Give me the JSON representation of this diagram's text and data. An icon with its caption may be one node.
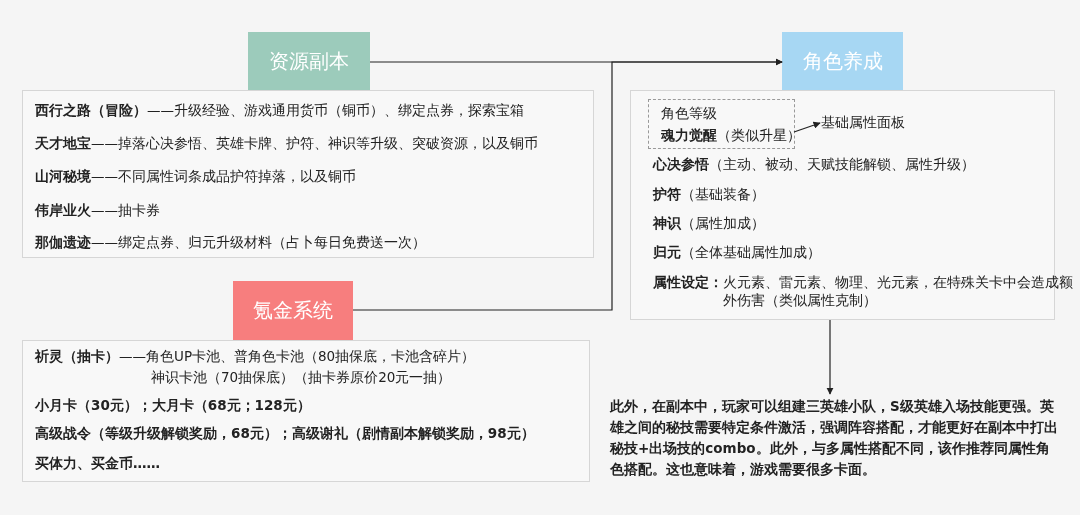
{
  "diagram": {
    "nodes": [
      {
        "text": [
          "资源副本"
        ]
      },
      {
        "text": [
          "**西行之路（冒险）**——升级经验、游戏通用货币（铜币）、绑定点券，探索宝箱",
          "**天才地宝**——掉落心决参悟、英雄卡牌、护符、神识等升级、突破资源，以及铜币",
          "**山河秘境**——不同属性词条成品护符掉落，以及铜币",
          "**伟岸业火**——抽卡券",
          "**那伽遗迹**——绑定点券、归元升级材料（占卜每日免费送一次）"
        ]
      },
      {
        "text": [
          "氪金系统"
        ]
      },
      {
        "text": [
          "**祈灵（抽卡）**——角色UP卡池、普角色卡池（80抽保底，卡池含碎片）",
          "神识卡池（70抽保底）（抽卡券原价20元一抽）",
          "小月卡（30元）；大月卡（68元；128元）",
          "高级战令（等级升级解锁奖励，68元）；高级谢礼（剧情副本解锁奖励，98元）",
          "买体力、买金币……"
        ]
      },
      {
        "text": [
          "角色养成"
        ]
      },
      {
        "text": [
          "**心决参悟**（主动、被动、天赋技能解锁、属性升级）",
          "**护符**（基础装备）",
          "**神识**（属性加成）",
          "**归元**（全体基础属性加成）",
          "**属性设定：**火元素、雷元素、物理、光元素，在特殊关卡中会造成额外伤害（类似属性克制）"
        ]
      },
      {
        "text": [
          "角色等级",
          "**魂力觉醒**（类似升星）"
        ],
        "in": 5
      },
      {
        "text": [
          "基础属性面板"
        ],
        "in": 5
      },
      {
        "text": [
          "此外，在副本中，玩家可以组建三英雄小队，S级英雄入场技能更强。英雄之间的秘技需要特定条件激活，强调阵容搭配，才能更好在副本中打出秘技+出场技的combo。此外，与多属性搭配不同，该作推荐同属性角色搭配。这也意味着，游戏需要很多卡面。"
        ]
      }
    ],
    "edges": [
      {
        "from": 0,
        "to": 4,
        "arrow": "to"
      },
      {
        "from": 2,
        "to": 4,
        "arrow": "to"
      },
      {
        "from": 6,
        "to": 7,
        "arrow": "to"
      },
      {
        "from": 5,
        "to": 8,
        "arrow": "to"
      }
    ]
  }
}
